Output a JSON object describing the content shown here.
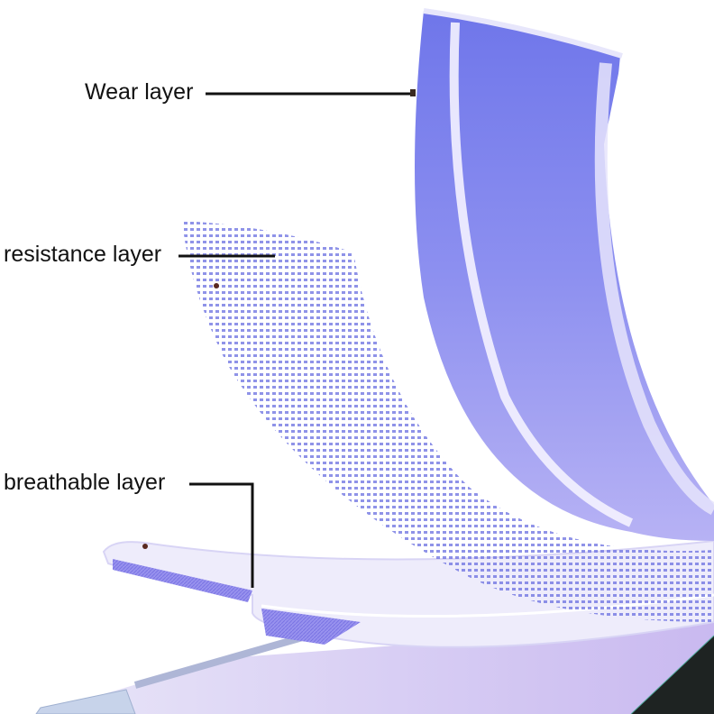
{
  "labels": {
    "wear": "Wear layer",
    "resistance": "resistance layer",
    "breathable": "breathable layer"
  },
  "colors": {
    "wear_layer": "#7d82ee",
    "resistance_dots": "#6a6fe0",
    "breathable_layer": "#8c88ea",
    "base": "#d9cdf4",
    "dark_corner": "#1e2322",
    "leader_line": "#111111"
  }
}
